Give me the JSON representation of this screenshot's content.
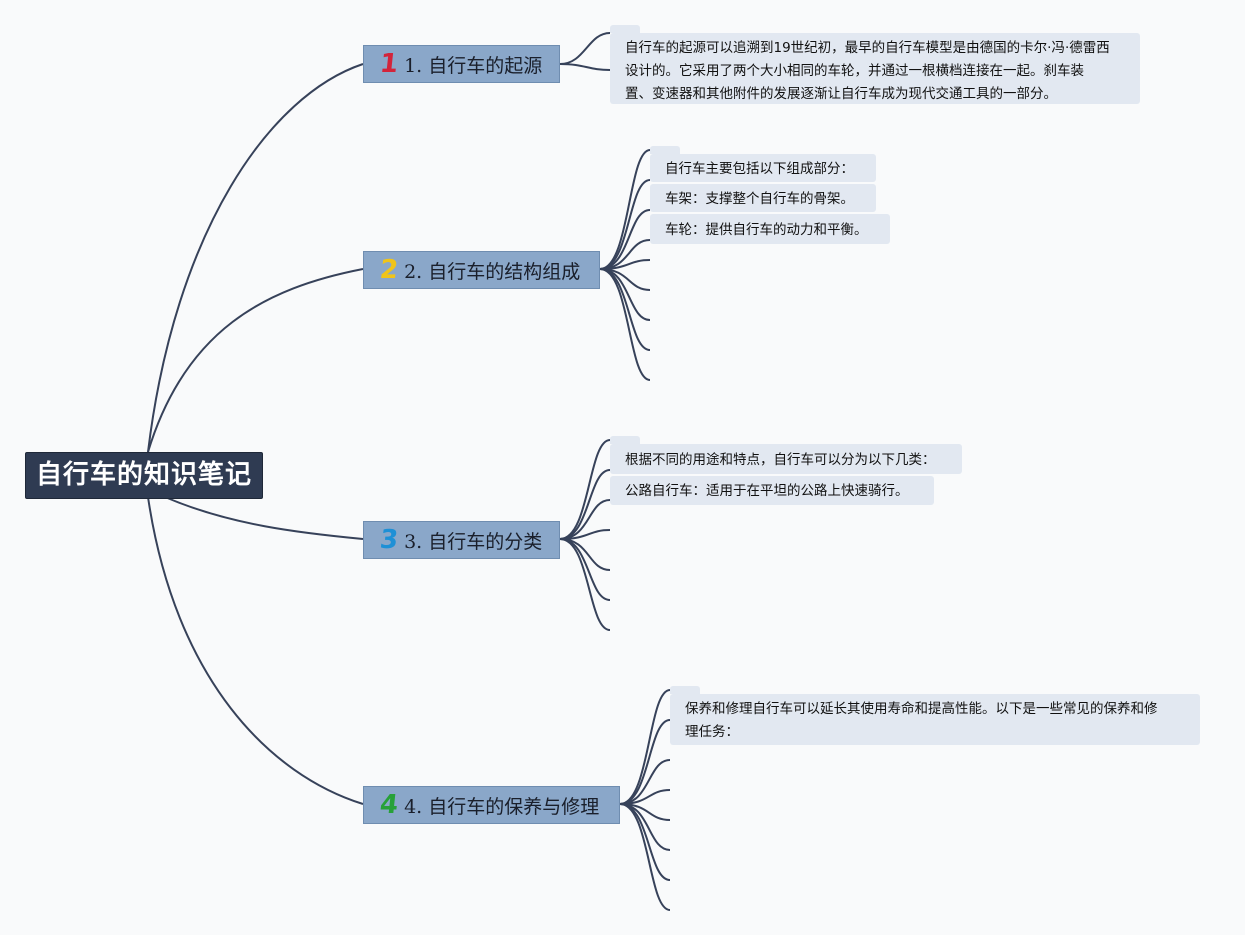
{
  "root": {
    "title": "自行车的知识笔记"
  },
  "topics": [
    {
      "marker": "1",
      "marker_color": "#d3243b",
      "label": "1. 自行车的起源",
      "notes": [
        {
          "lines": [
            "自行车的起源可以追溯到19世纪初，最早的自行车模型是由德国的卡尔·冯·德雷西",
            "设计的。它采用了两个大小相同的车轮，并通过一根横档连接在一起。刹车装",
            "置、变速器和其他附件的发展逐渐让自行车成为现代交通工具的一部分。"
          ]
        }
      ]
    },
    {
      "marker": "2",
      "marker_color": "#f0c419",
      "label": "2. 自行车的结构组成",
      "notes": [
        {
          "text": "自行车主要包括以下组成部分："
        },
        {
          "text": "车架：支撑整个自行车的骨架。"
        },
        {
          "text": "车轮：提供自行车的动力和平衡。"
        }
      ]
    },
    {
      "marker": "3",
      "marker_color": "#1e90d6",
      "label": "3. 自行车的分类",
      "notes": [
        {
          "text": "根据不同的用途和特点，自行车可以分为以下几类："
        },
        {
          "text": "公路自行车：适用于在平坦的公路上快速骑行。"
        }
      ]
    },
    {
      "marker": "4",
      "marker_color": "#27a138",
      "label": "4. 自行车的保养与修理",
      "notes": [
        {
          "lines": [
            "保养和修理自行车可以延长其使用寿命和提高性能。以下是一些常见的保养和修",
            "理任务："
          ]
        }
      ]
    }
  ]
}
